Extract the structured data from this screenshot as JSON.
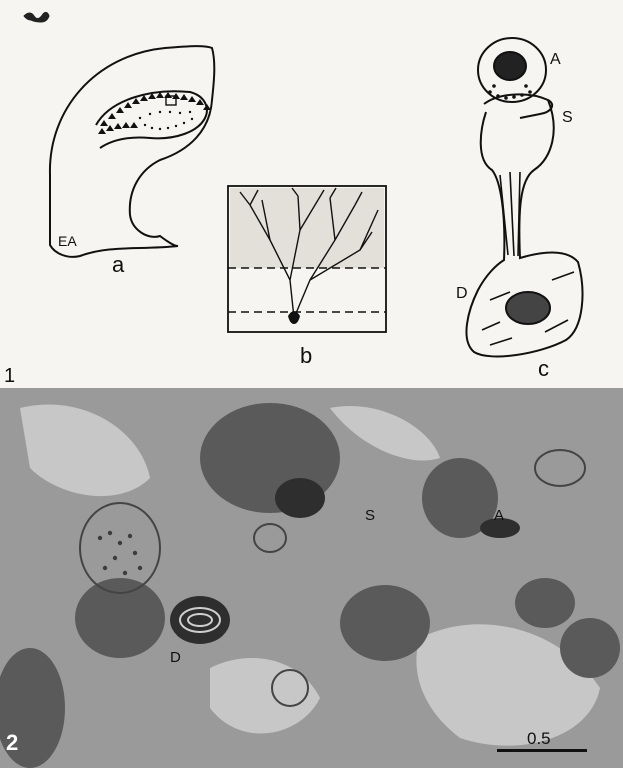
{
  "figure1": {
    "number": "1",
    "panels": {
      "a": {
        "letter": "a",
        "region_label": "EA"
      },
      "b": {
        "letter": "b"
      },
      "c": {
        "letter": "c",
        "labels": [
          "A",
          "S",
          "D"
        ]
      }
    }
  },
  "figure2": {
    "number": "2",
    "labels": [
      "S",
      "A",
      "D"
    ],
    "scale_bar": "0.5"
  }
}
